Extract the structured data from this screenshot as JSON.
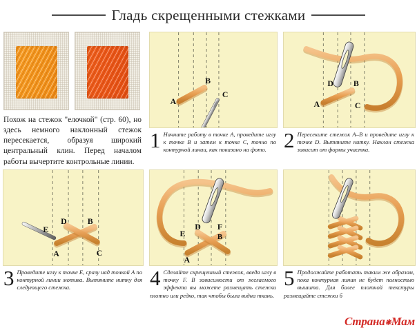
{
  "page": {
    "title": "Гладь скрещенными стежками"
  },
  "intro": {
    "swatches": [
      {
        "name": "light-orange-sample",
        "color": "#f4961c"
      },
      {
        "name": "deep-orange-sample",
        "color": "#ec5617"
      }
    ],
    "text": "Похож на стежок \"елочкой\" (стр. 60), но здесь немного наклонный стежок пересекается, образуя широкий центральный клин. Перед началом работы вычертите контрольные линии."
  },
  "steps": [
    {
      "number": "1",
      "text": "Начните работу в точке А, проведите иглу к точке В и затем к точке С, точно по контурной линии, как показано на фото.",
      "labels": [
        "A",
        "B",
        "C"
      ]
    },
    {
      "number": "2",
      "text": "Пересеките стежок А–В и проведите иглу к точке D. Вытяните нитку. Наклон стежка зависит от формы участка.",
      "labels": [
        "D",
        "B",
        "A",
        "C"
      ]
    },
    {
      "number": "3",
      "text": "Проведите иглу к точке Е, сразу над точкой А по контурной линии мотива. Вытяните нитку для следующего стежка.",
      "labels": [
        "E",
        "D",
        "B",
        "A",
        "C"
      ]
    },
    {
      "number": "4",
      "text": "Сделайте скрещенный стежок, введя иглу в точку F. В зависимости от желаемого эффекта вы можете размещать стежки плотно или редко, так чтобы была видна ткань.",
      "labels": [
        "E",
        "D",
        "F",
        "B",
        "A"
      ]
    },
    {
      "number": "5",
      "text": "Продолжайте работать таким же образом, пока контурная линия не будет полностью вышита. Для более плотной текстуры размещайте стежки б",
      "labels": []
    }
  ],
  "watermark": {
    "text_before": "Страна",
    "text_after": "Мам"
  },
  "colors": {
    "panel_background": "#f8f3c6",
    "panel_border": "#e2dcae",
    "thread": "#e8a155",
    "thread_shadow": "#c07a2d",
    "guide_line": "#8a8a72",
    "rule": "#4a4a4a",
    "watermark": "#d32a26"
  }
}
